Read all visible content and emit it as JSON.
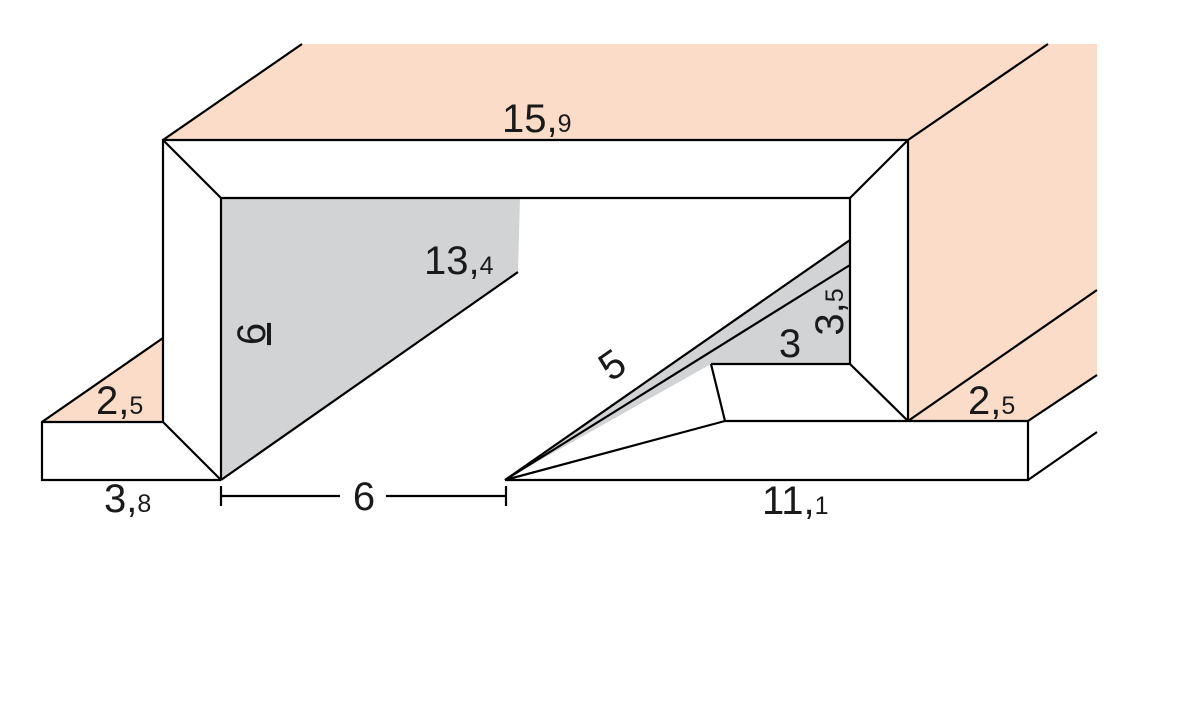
{
  "colors": {
    "background": "#ffffff",
    "shaded_face": "#fbdcc8",
    "grey_face": "#d2d3d5",
    "line": "#000000"
  },
  "dimensions": {
    "top_width": {
      "main": "15,",
      "sub": "9"
    },
    "inner_diagonal": {
      "main": "13,",
      "sub": "4"
    },
    "left_height": {
      "main": "6"
    },
    "left_ledge_depth": {
      "main": "2,",
      "sub": "5"
    },
    "left_base": {
      "main": "3,",
      "sub": "8"
    },
    "gap": {
      "main": "6"
    },
    "right_base": {
      "main": "11,",
      "sub": "1"
    },
    "right_ledge_depth": {
      "main": "2,",
      "sub": "5"
    },
    "slope": {
      "main": "5"
    },
    "small_width": {
      "main": "3"
    },
    "small_height": {
      "main": "3,",
      "sub": "5"
    }
  }
}
